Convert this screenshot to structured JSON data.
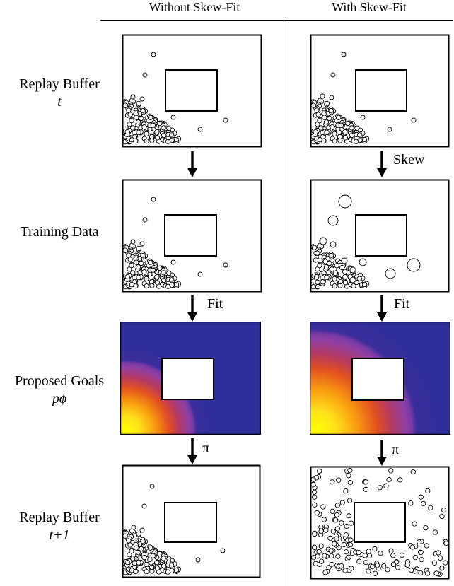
{
  "columns": {
    "left": "Without Skew-Fit",
    "right": "With Skew-Fit"
  },
  "rows": {
    "replay": {
      "title": "Replay Buffer",
      "sub": "t"
    },
    "training": {
      "title": "Training Data"
    },
    "proposed": {
      "title": "Proposed Goals",
      "sub": "pϕ"
    },
    "replay_next": {
      "title": "Replay Buffer",
      "sub": "t+1"
    }
  },
  "arrows": {
    "right_skew": "Skew",
    "left_fit": "Fit",
    "right_fit": "Fit",
    "left_pi": "π",
    "right_pi": "π"
  },
  "colors": {
    "heat_background": "#2e2e9a",
    "heat_ring": "#8e3fa5",
    "heat_hot": "#f07a10",
    "heat_peak": "#ffff00",
    "ink": "#000000"
  }
}
